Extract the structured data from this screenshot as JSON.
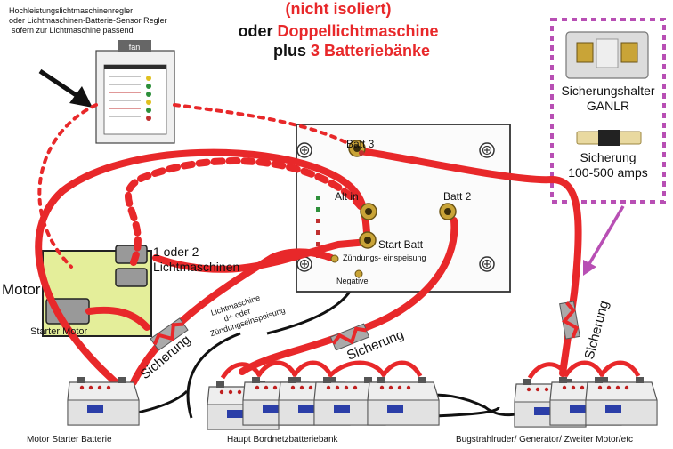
{
  "header": {
    "line1": "(nicht isoliert)",
    "line2_pre": "oder ",
    "line2_red": "Doppellichtmaschine",
    "line3_pre": "plus ",
    "line3_red": "3 Batteriebänke"
  },
  "regulator_note": {
    "line1": "Hochleistungslichtmaschinenregler",
    "line2": "oder Lichtmaschinen-Batterie-Sensor Regler",
    "line3": "sofern zur Lichtmaschine passend"
  },
  "regulator_device": {
    "fan_label": "fan"
  },
  "charger": {
    "batt3": "Batt 3",
    "alt_in": "Alt in",
    "batt2": "Batt 2",
    "start_batt": "Start Batt",
    "ignition": "Zündungs-\neinspeisung",
    "negative": "Negative"
  },
  "fuse_panel": {
    "holder_label": "Sicherungshalter\nGANLR",
    "fuse_label": "Sicherung\n100-500 amps"
  },
  "engine": {
    "motor_label": "Motor",
    "alternator_label": "1 oder 2\nLichtmaschinen",
    "starter_label": "Starter Motor"
  },
  "wiring": {
    "alt_feed_label": "Lichtmaschine\nd+ oder\nZündungseinspeisung",
    "fuse_word": "Sicherung"
  },
  "batteries": {
    "starter_bank": "Motor Starter Batterie",
    "house_bank": "Haupt Bordnetzbatteriebank",
    "aux_bank": "Bugstrahlruder/ Generator/ Zweiter Motor/etc"
  },
  "colors": {
    "red_cable": "#e8282a",
    "headline_red": "#e8282a",
    "panel_dash": "#b84fb4",
    "engine_fill": "#e4ee9a"
  }
}
